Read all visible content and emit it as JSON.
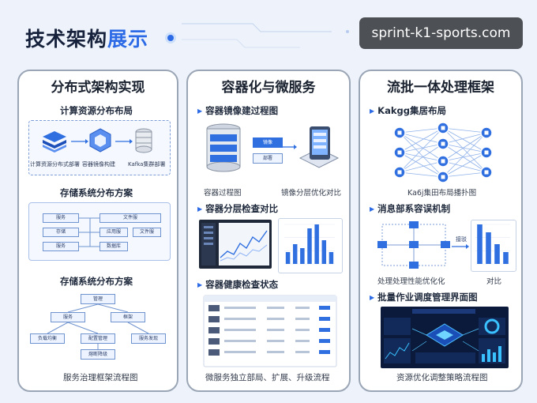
{
  "header": {
    "title_main": "技术架构",
    "title_highlight": "展示"
  },
  "watermark": "sprint-k1-sports.com",
  "panels": [
    {
      "title": "分布式架构实现",
      "sections": [
        {
          "heading": "计算资源分布布局",
          "labels": [
            "计算资源分布式部署",
            "容器镜像构建",
            "Kafka集群部署"
          ]
        },
        {
          "heading": "存储系统分布方案",
          "boxes": [
            "服务",
            "存储",
            "服务",
            "文件服",
            "应用服",
            "文件服",
            "数据库"
          ]
        },
        {
          "heading": "存储系统分布方案",
          "boxes": [
            "管理",
            "服务",
            "框架",
            "负载均衡",
            "配置管理",
            "服务发现",
            "熔断降级"
          ],
          "caption": "服务治理框架流程图"
        }
      ]
    },
    {
      "title": "容器化与微服务",
      "sections": [
        {
          "heading": "容器镜像建过程图",
          "tags": [
            "镜像",
            "部署"
          ],
          "captions": [
            "容器过程图",
            "镜像分层优化对比"
          ]
        },
        {
          "heading": "容器分层检查对比"
        },
        {
          "heading": "容器健康检查状态",
          "caption": "微服务独立部局、扩展、升级流程"
        }
      ]
    },
    {
      "title": "流批一体处理框架",
      "sections": [
        {
          "heading": "Kakgg集居布局",
          "caption": "Ka6j集田布局播扑图"
        },
        {
          "heading": "消息部系容误机制",
          "tag": "接驳",
          "captions": [
            "处理处理性能优化化",
            "对比"
          ]
        },
        {
          "heading": "批量作业调度管理界面图",
          "caption": "资源优化调整策略流程图"
        }
      ]
    }
  ],
  "chart_data": [
    {
      "type": "bar",
      "title": "",
      "values": [
        3,
        5,
        4,
        9,
        10,
        6,
        3
      ]
    },
    {
      "type": "bar",
      "title": "",
      "values": [
        10,
        8,
        5,
        3
      ]
    }
  ]
}
